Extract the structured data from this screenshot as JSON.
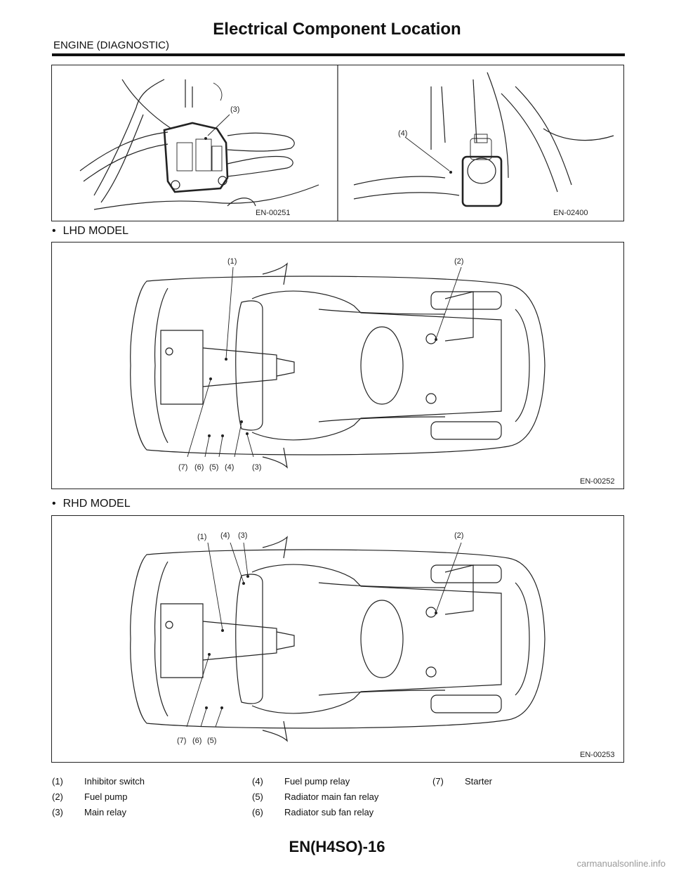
{
  "header": {
    "title": "Electrical Component Location",
    "section": "ENGINE (DIAGNOSTIC)"
  },
  "figures": {
    "top_left": {
      "code": "EN-00251",
      "callouts": [
        "(3)"
      ]
    },
    "top_right": {
      "code": "EN-02400",
      "callouts": [
        "(4)"
      ]
    },
    "lhd": {
      "heading": "LHD MODEL",
      "code": "EN-00252",
      "callouts": [
        "(1)",
        "(2)",
        "(7)",
        "(6)",
        "(5)",
        "(4)",
        "(3)"
      ]
    },
    "rhd": {
      "heading": "RHD MODEL",
      "code": "EN-00253",
      "callouts": [
        "(1)",
        "(4)",
        "(3)",
        "(2)",
        "(7)",
        "(6)",
        "(5)"
      ]
    }
  },
  "legend": [
    {
      "num": "(1)",
      "label": "Inhibitor switch"
    },
    {
      "num": "(4)",
      "label": "Fuel pump relay"
    },
    {
      "num": "(7)",
      "label": "Starter"
    },
    {
      "num": "(2)",
      "label": "Fuel pump"
    },
    {
      "num": "(5)",
      "label": "Radiator main fan relay"
    },
    {
      "num": "(3)",
      "label": "Main relay"
    },
    {
      "num": "(6)",
      "label": "Radiator sub fan relay"
    }
  ],
  "footer": {
    "page_id": "EN(H4SO)-16"
  },
  "watermark": "carmanualsonline.info"
}
